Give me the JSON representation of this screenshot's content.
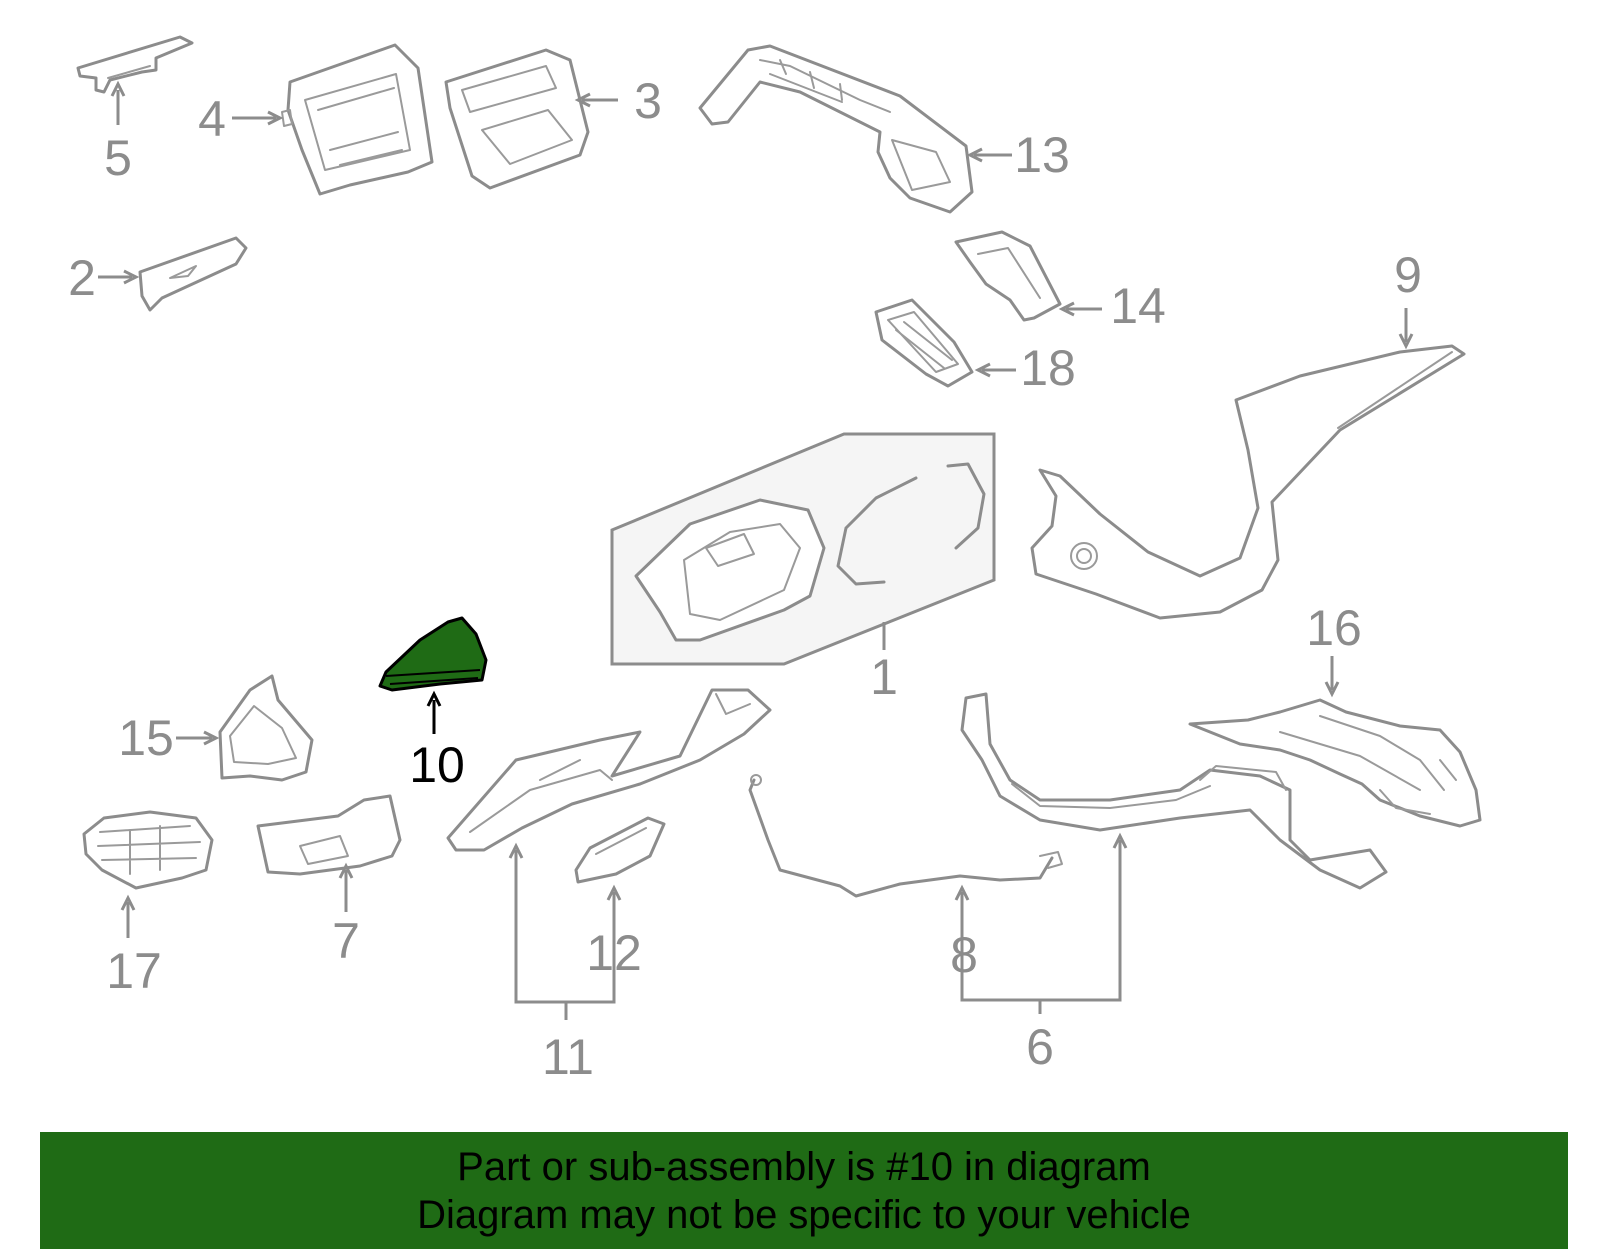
{
  "callouts": {
    "c1": "1",
    "c2": "2",
    "c3": "3",
    "c4": "4",
    "c5": "5",
    "c6": "6",
    "c7": "7",
    "c8": "8",
    "c9": "9",
    "c10": "10",
    "c11": "11",
    "c12": "12",
    "c13": "13",
    "c14": "14",
    "c15": "15",
    "c16": "16",
    "c17": "17",
    "c18": "18"
  },
  "highlighted_part": "10",
  "colors": {
    "highlight_fill": "#1f6b15",
    "banner_bg": "#1f6b15",
    "line": "#8c8c8c"
  },
  "banner": {
    "line1": "Part or sub-assembly is #10 in diagram",
    "line2": "Diagram may not be specific to your vehicle"
  }
}
